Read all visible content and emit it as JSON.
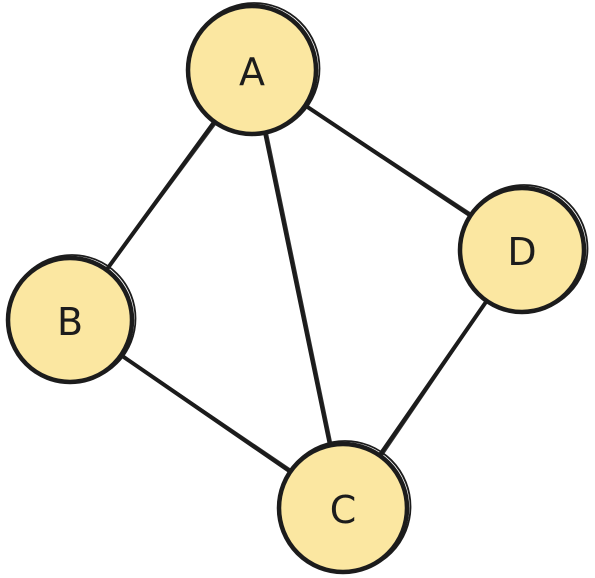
{
  "graph": {
    "nodes": [
      {
        "id": "A",
        "label": "A"
      },
      {
        "id": "B",
        "label": "B"
      },
      {
        "id": "C",
        "label": "C"
      },
      {
        "id": "D",
        "label": "D"
      }
    ],
    "edges": [
      {
        "from": "A",
        "to": "B"
      },
      {
        "from": "A",
        "to": "C"
      },
      {
        "from": "A",
        "to": "D"
      },
      {
        "from": "B",
        "to": "C"
      },
      {
        "from": "C",
        "to": "D"
      }
    ]
  },
  "colors": {
    "node_fill": "#fbe7a1",
    "stroke": "#1c1c1c",
    "background": "#ffffff"
  }
}
